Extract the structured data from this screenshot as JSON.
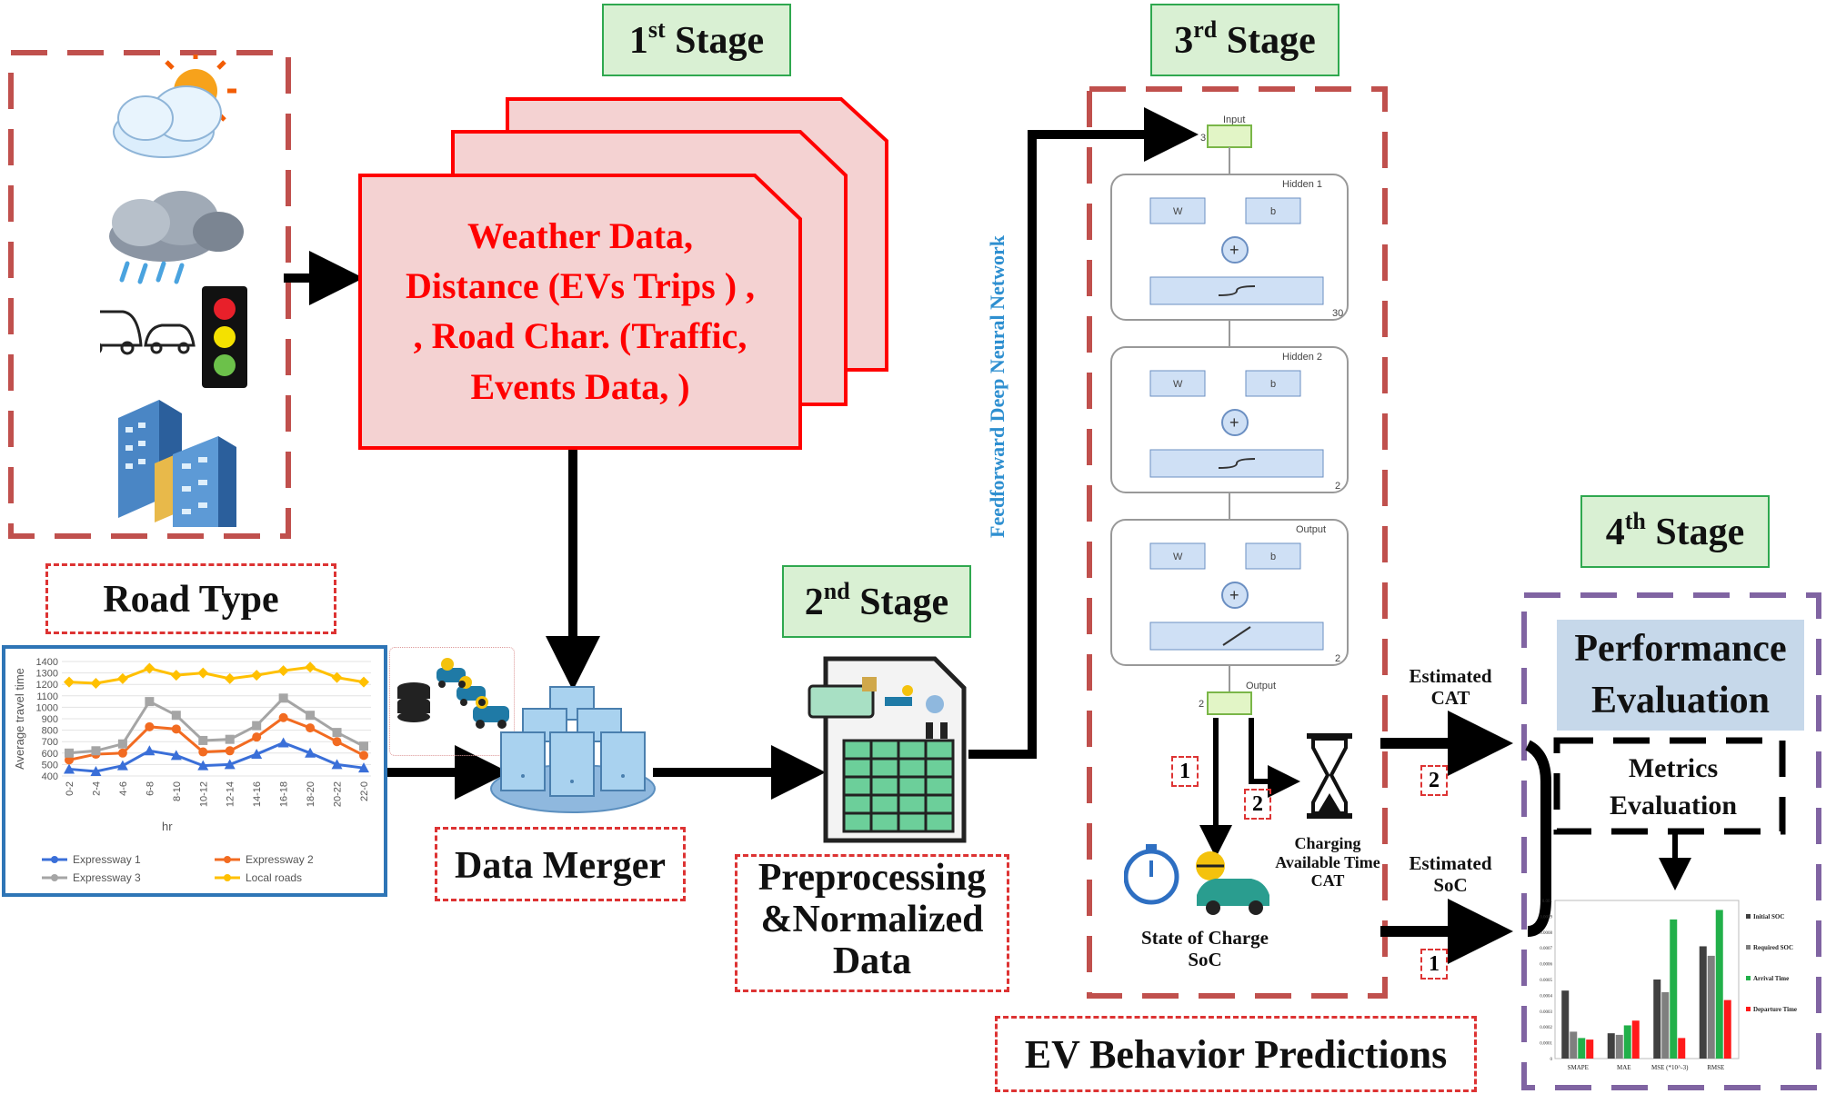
{
  "stages": {
    "s1": {
      "num": "1",
      "sup": "st",
      "word": "Stage"
    },
    "s2": {
      "num": "2",
      "sup": "nd",
      "word": "Stage"
    },
    "s3": {
      "num": "3",
      "sup": "rd",
      "word": "Stage"
    },
    "s4": {
      "num": "4",
      "sup": "th",
      "word": "Stage"
    }
  },
  "data_sources": {
    "lines": [
      "Weather Data,",
      "Distance (EVs Trips ) ,",
      ", Road Char. (Traffic,",
      "Events Data, )"
    ]
  },
  "labels": {
    "road_type": "Road Type",
    "data_merger": "Data Merger",
    "preprocessing": [
      "Preprocessing",
      "&Normalized",
      "Data"
    ],
    "network_title": "Feedforward Deep Neural Network",
    "ev_behavior": "EV Behavior Predictions",
    "soc": [
      "State of Charge",
      "SoC"
    ],
    "cat": [
      "Charging",
      "Available Time",
      "CAT"
    ],
    "estimated_cat": [
      "Estimated",
      "CAT"
    ],
    "estimated_soc": [
      "Estimated",
      "SoC"
    ],
    "performance": [
      "Performance",
      "Evaluation"
    ],
    "metrics": [
      "Metrics",
      "Evaluation"
    ],
    "num1": "1",
    "num2": "2"
  },
  "network": {
    "input": "Input",
    "input_size": "3",
    "hidden1": "Hidden 1",
    "hidden1_size": "30",
    "hidden2": "Hidden 2",
    "hidden2_size": "2",
    "output_layer": "Output",
    "output_layer_size": "2",
    "output": "Output",
    "output_size": "2",
    "w": "W",
    "b": "b"
  },
  "travel_chart": {
    "ylabel": "Average travel time",
    "xlabel": "hr",
    "categories": [
      "0-2",
      "2-4",
      "4-6",
      "6-8",
      "8-10",
      "10-12",
      "12-14",
      "14-16",
      "16-18",
      "18-20",
      "20-22",
      "22-0"
    ],
    "yticks": [
      "400",
      "500",
      "600",
      "700",
      "800",
      "900",
      "1000",
      "1100",
      "1200",
      "1300",
      "1400"
    ],
    "ylim": [
      400,
      1400
    ],
    "series": [
      {
        "name": "Expressway 1",
        "color": "#3a6fd8",
        "marker": "triangle",
        "values": [
          460,
          440,
          490,
          620,
          580,
          490,
          500,
          590,
          690,
          600,
          500,
          470
        ]
      },
      {
        "name": "Expressway 2",
        "color": "#f26b21",
        "marker": "circle",
        "values": [
          540,
          590,
          600,
          830,
          810,
          610,
          620,
          740,
          910,
          820,
          700,
          580
        ]
      },
      {
        "name": "Expressway 3",
        "color": "#a5a5a5",
        "marker": "square",
        "values": [
          600,
          620,
          680,
          1050,
          930,
          710,
          720,
          840,
          1080,
          930,
          780,
          660
        ]
      },
      {
        "name": "Local roads",
        "color": "#ffc000",
        "marker": "diamond",
        "values": [
          1220,
          1210,
          1250,
          1340,
          1280,
          1300,
          1250,
          1280,
          1320,
          1350,
          1260,
          1220
        ]
      }
    ]
  },
  "metrics_chart": {
    "categories": [
      "SMAPE",
      "MAE",
      "MSE (*10^-3)",
      "RMSE"
    ],
    "yticks": [
      "0",
      "0.0001",
      "0.0002",
      "0.0003",
      "0.0004",
      "0.0005",
      "0.0006",
      "0.0007",
      "0.0008",
      "0.0009",
      "0.001"
    ],
    "ylim": [
      0,
      0.001
    ],
    "series": [
      {
        "name": "Initial SOC",
        "color": "#404040",
        "values": [
          0.00043,
          0.00016,
          0.0005,
          0.00071
        ]
      },
      {
        "name": "Required SOC",
        "color": "#7f7f7f",
        "values": [
          0.00017,
          0.00015,
          0.00042,
          0.00065
        ]
      },
      {
        "name": "Arrival Time",
        "color": "#22b04a",
        "values": [
          0.00013,
          0.00021,
          0.00088,
          0.00094
        ]
      },
      {
        "name": "Departure Time",
        "color": "#ff1a1a",
        "values": [
          0.00012,
          0.00024,
          0.00013,
          0.00037
        ]
      }
    ]
  },
  "colors": {
    "stage_fill": "#d9f0d3",
    "stage_border": "#2fa84f",
    "accent_red": "#ff0000",
    "dash_red": "#c0504d",
    "dash_purple": "#8064a2"
  }
}
